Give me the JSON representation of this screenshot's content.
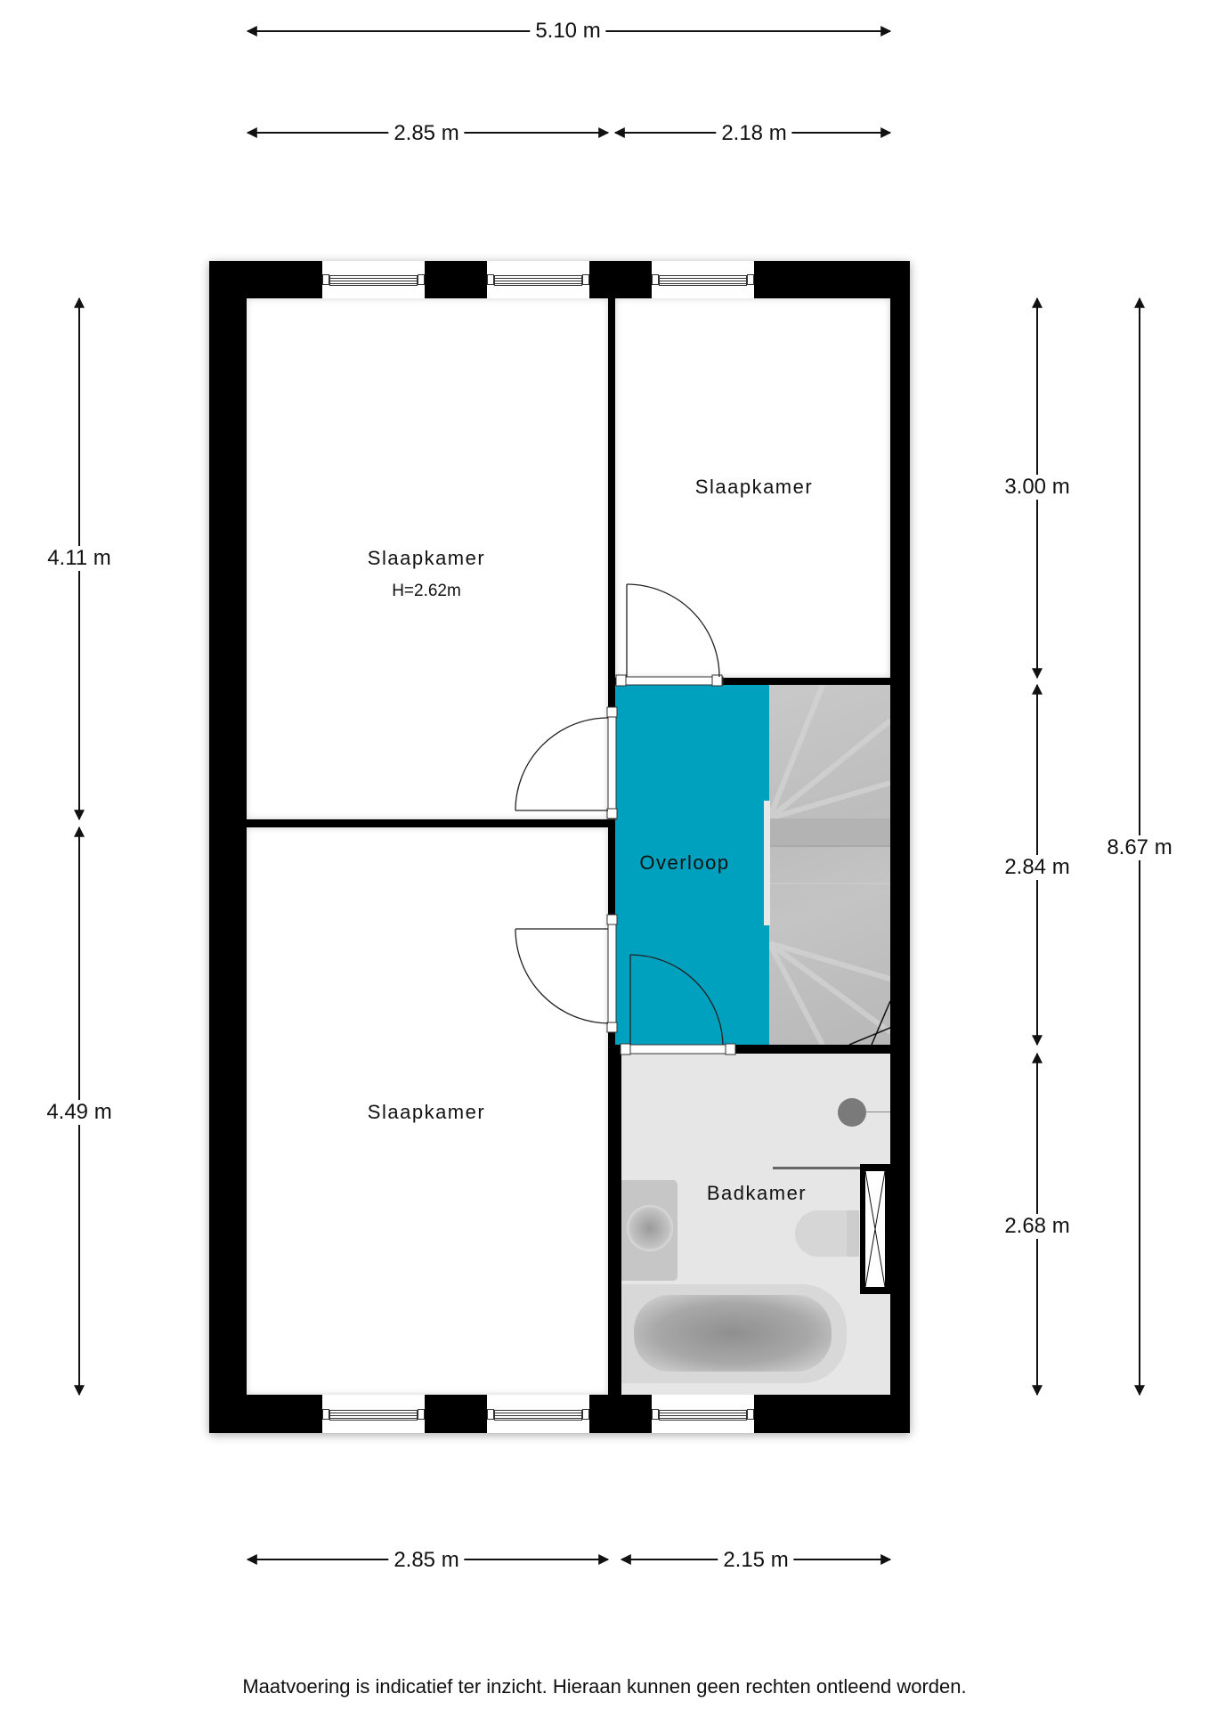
{
  "floorplan": {
    "colors": {
      "wall": "#000000",
      "overloop": "#00a0bf",
      "stairs": "#c0c0c0",
      "bathroom": "#e6e6e6",
      "room": "#ffffff"
    },
    "dimensions": {
      "top_total": "5.10 m",
      "top_left": "2.85 m",
      "top_right": "2.18 m",
      "bottom_left": "2.85 m",
      "bottom_right": "2.15 m",
      "left_upper": "4.11 m",
      "left_lower": "4.49 m",
      "right_upper": "3.00 m",
      "right_middle": "2.84 m",
      "right_lower": "2.68 m",
      "right_total": "8.67 m"
    },
    "rooms": {
      "bedroom_top_left": {
        "label": "Slaapkamer",
        "height": "H=2.62m"
      },
      "bedroom_top_right": {
        "label": "Slaapkamer"
      },
      "bedroom_bottom_left": {
        "label": "Slaapkamer"
      },
      "landing": {
        "label": "Overloop"
      },
      "bathroom": {
        "label": "Badkamer"
      }
    },
    "disclaimer": "Maatvoering is indicatief ter inzicht. Hieraan kunnen geen rechten ontleend worden."
  }
}
